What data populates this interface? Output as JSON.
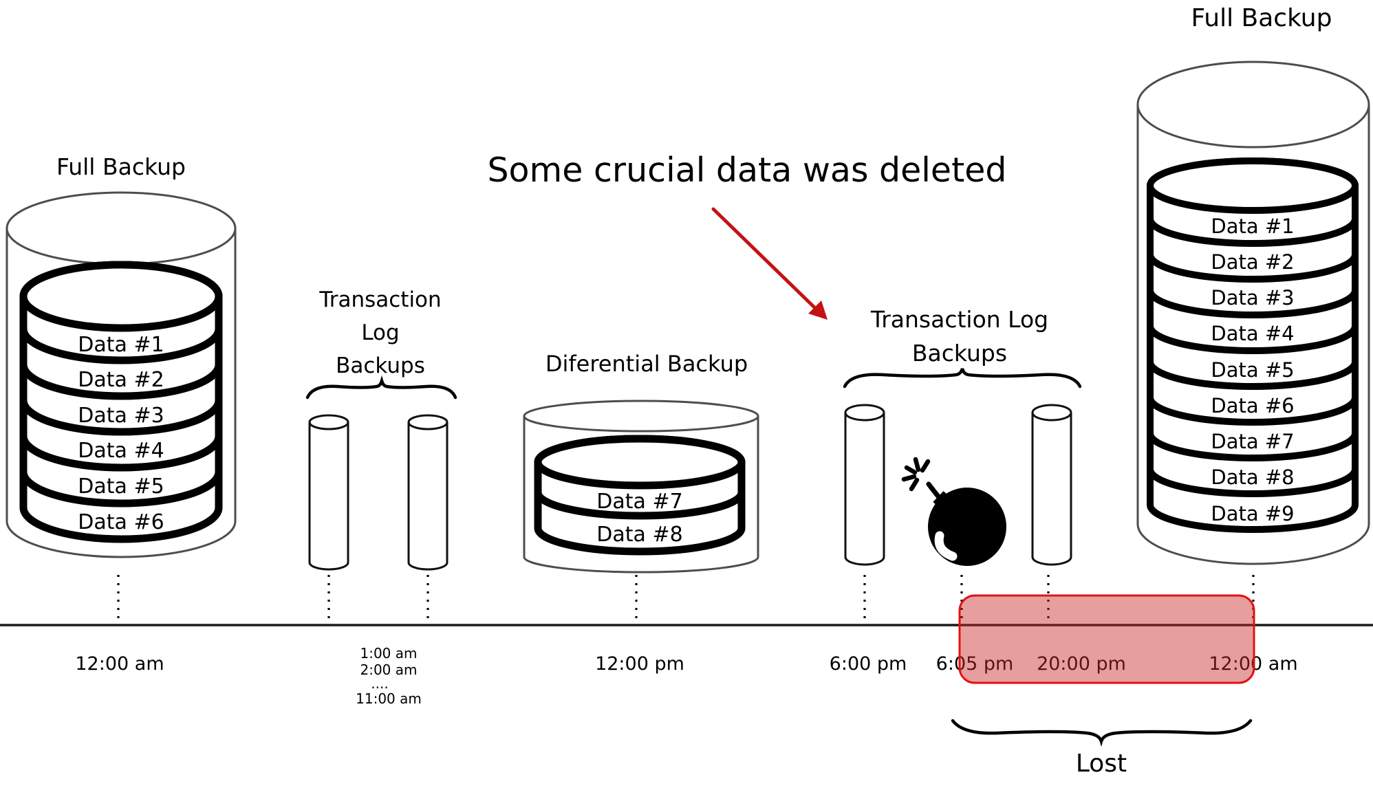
{
  "title": {
    "text": "Some crucial data was deleted"
  },
  "left_backup": {
    "title": "Full Backup",
    "disks": [
      "Data #1",
      "Data #2",
      "Data #3",
      "Data #4",
      "Data #5",
      "Data #6"
    ]
  },
  "left_tlb": {
    "line1": "Transaction",
    "line2": "Log",
    "line3": "Backups"
  },
  "differential": {
    "title": "Diferential Backup",
    "disks": [
      "Data #7",
      "Data #8"
    ]
  },
  "right_tlb": {
    "line1": "Transaction Log",
    "line2": "Backups"
  },
  "right_backup": {
    "title": "Full Backup",
    "disks": [
      "Data #1",
      "Data #2",
      "Data #3",
      "Data #4",
      "Data #5",
      "Data #6",
      "Data #7",
      "Data #8",
      "Data #9"
    ]
  },
  "timeline": {
    "t_left_full": "12:00 am",
    "hourly": [
      "1:00 am",
      "2:00 am",
      "....",
      "11:00 am"
    ],
    "t_diff": "12:00 pm",
    "t_tlb1": "6:00 pm",
    "t_deletion": "6:05 pm",
    "t_tlb2": "20:00 pm",
    "t_right_full": "12:00 am"
  },
  "lost_label": "Lost",
  "icons": {
    "bomb": "bomb-icon",
    "spark": "spark-icon"
  },
  "colors": {
    "ink": "#000000",
    "arrow": "#c41212",
    "lost_box_border": "#e01212",
    "lost_box_fill": "rgba(201,40,40,0.45)"
  }
}
